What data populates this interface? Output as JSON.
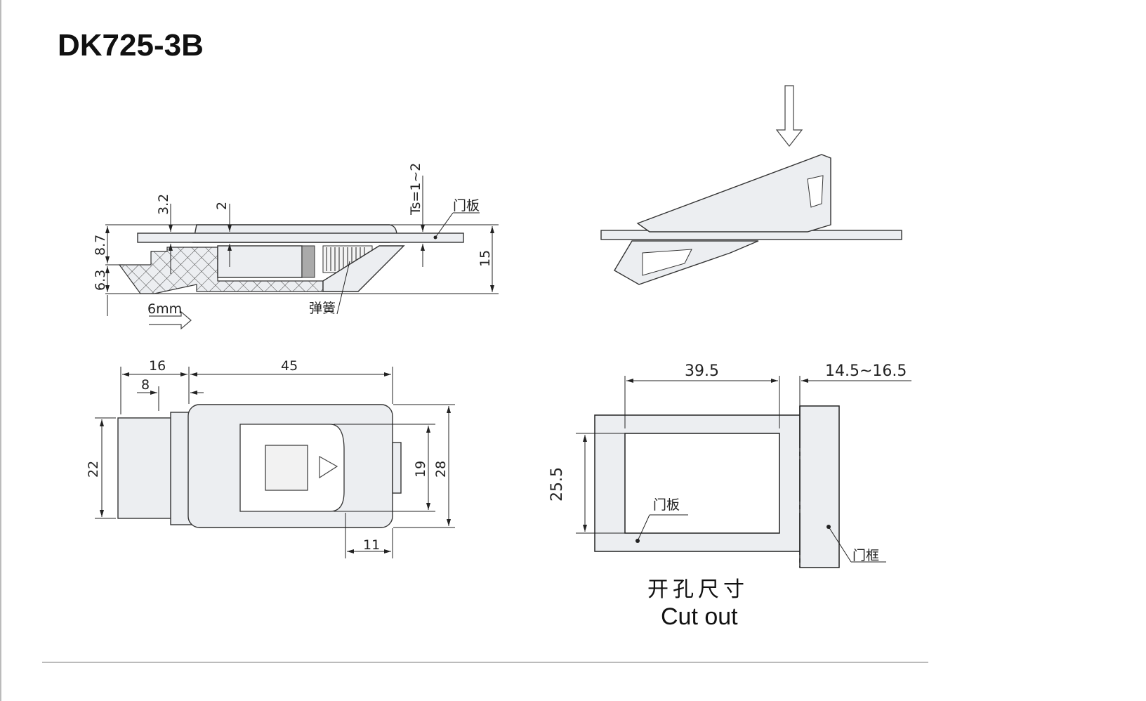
{
  "title": "DK725-3B",
  "section_view": {
    "dim_3_2": "3.2",
    "dim_2": "2",
    "dim_ts": "Ts=1~2",
    "label_door_panel": "门板",
    "dim_8_7": "8.7",
    "dim_6_3": "6.3",
    "dim_15": "15",
    "travel": "6mm",
    "label_spring": "弹簧"
  },
  "plan_view": {
    "dim_16": "16",
    "dim_45": "45",
    "dim_8": "8",
    "dim_22": "22",
    "dim_19": "19",
    "dim_28": "28",
    "dim_11": "11"
  },
  "cutout_view": {
    "dim_39_5": "39.5",
    "dim_14_5_16_5": "14.5~16.5",
    "dim_25_5": "25.5",
    "label_door_panel": "门板",
    "label_door_frame": "门框",
    "caption_cn": "开孔尺寸",
    "caption_en": "Cut out"
  }
}
